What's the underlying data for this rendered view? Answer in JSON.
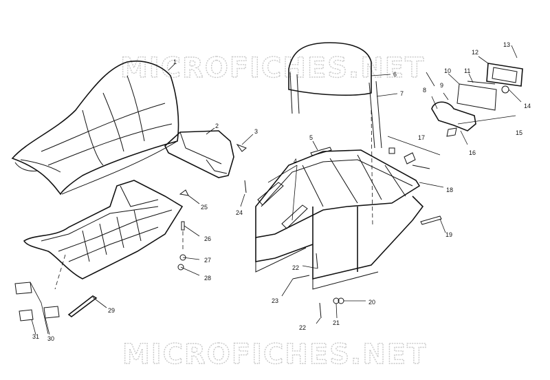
{
  "watermarks": {
    "top": "MICROFICHES.NET",
    "bottom": "MICROFICHES.NET"
  },
  "callouts": {
    "n1": "1",
    "n2": "2",
    "n3": "3",
    "n4": "4",
    "n5": "5",
    "n6": "6",
    "n7": "7",
    "n8": "8",
    "n9": "9",
    "n10": "10",
    "n11": "11",
    "n12": "12",
    "n13": "13",
    "n14": "14",
    "n15": "15",
    "n16": "16",
    "n17": "17",
    "n18": "18",
    "n19": "19",
    "n20": "20",
    "n21": "21",
    "n22a": "22",
    "n22b": "22",
    "n23": "23",
    "n24": "24",
    "n25": "25",
    "n26": "26",
    "n27": "27",
    "n28": "28",
    "n29": "29",
    "n30": "30",
    "n31": "31"
  }
}
